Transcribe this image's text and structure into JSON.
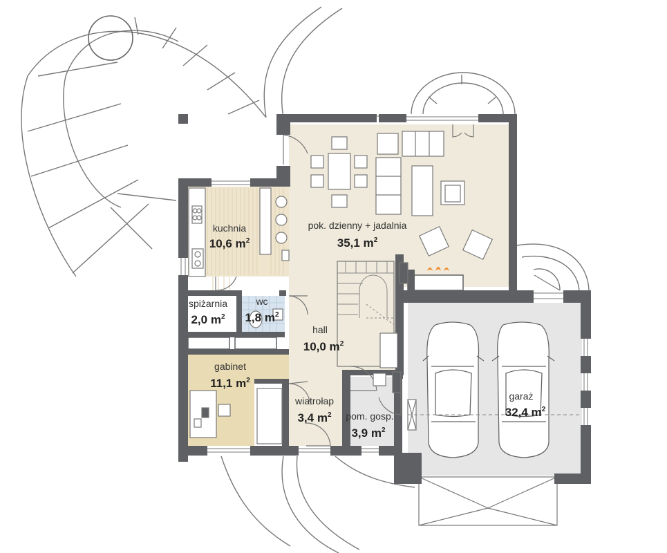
{
  "colors": {
    "wall": "#5e6063",
    "living": "#efeadb",
    "kitchen": "#efe5cf",
    "study": "#e9dbb3",
    "bath": "#d7e3ee",
    "garage": "#e6e6e6",
    "line": "#777777"
  },
  "rooms": [
    {
      "id": "living",
      "name": "pok. dzienny + jadalnia",
      "area": "35,1 m",
      "sup": "2"
    },
    {
      "id": "kitchen",
      "name": "kuchnia",
      "area": "10,6 m",
      "sup": "2"
    },
    {
      "id": "pantry",
      "name": "spiżarnia",
      "area": "2,0 m",
      "sup": "2"
    },
    {
      "id": "wc",
      "name": "wc",
      "area": "1,8 m",
      "sup": "2"
    },
    {
      "id": "hall",
      "name": "hall",
      "area": "10,0 m",
      "sup": "2"
    },
    {
      "id": "study",
      "name": "gabinet",
      "area": "11,1 m",
      "sup": "2"
    },
    {
      "id": "vestibule",
      "name": "wiatrołap",
      "area": "3,4 m",
      "sup": "2"
    },
    {
      "id": "utility",
      "name": "pom. gosp.",
      "area": "3,9 m",
      "sup": "2"
    },
    {
      "id": "garage",
      "name": "garaż",
      "area": "32,4 m",
      "sup": "2"
    }
  ]
}
